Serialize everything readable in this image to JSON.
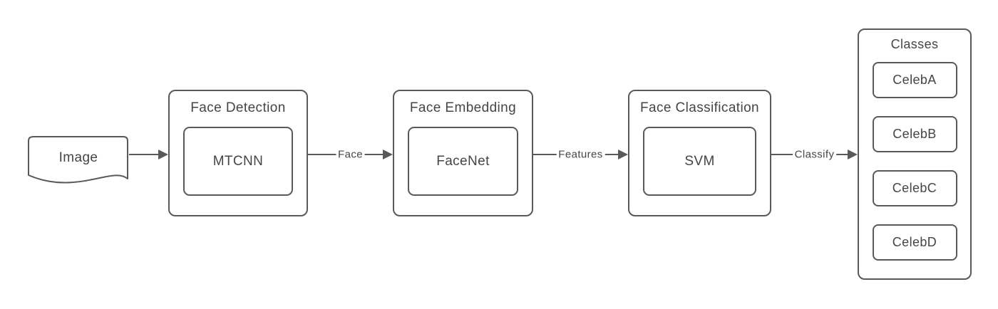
{
  "diagram": {
    "background": "#ffffff",
    "stroke_color": "#595959",
    "text_color": "#454545",
    "nodes": {
      "image": {
        "label": "Image"
      },
      "face_detection": {
        "title": "Face Detection",
        "component": "MTCNN"
      },
      "face_embedding": {
        "title": "Face Embedding",
        "component": "FaceNet"
      },
      "face_classification": {
        "title": "Face Classification",
        "component": "SVM"
      },
      "classes": {
        "title": "Classes",
        "items": [
          "CelebA",
          "CelebB",
          "CelebC",
          "CelebD"
        ]
      }
    },
    "arrows": [
      {
        "from": "image",
        "to": "face_detection",
        "label": ""
      },
      {
        "from": "face_detection",
        "to": "face_embedding",
        "label": "Face"
      },
      {
        "from": "face_embedding",
        "to": "face_classification",
        "label": "Features"
      },
      {
        "from": "face_classification",
        "to": "classes",
        "label": "Classify"
      }
    ]
  }
}
